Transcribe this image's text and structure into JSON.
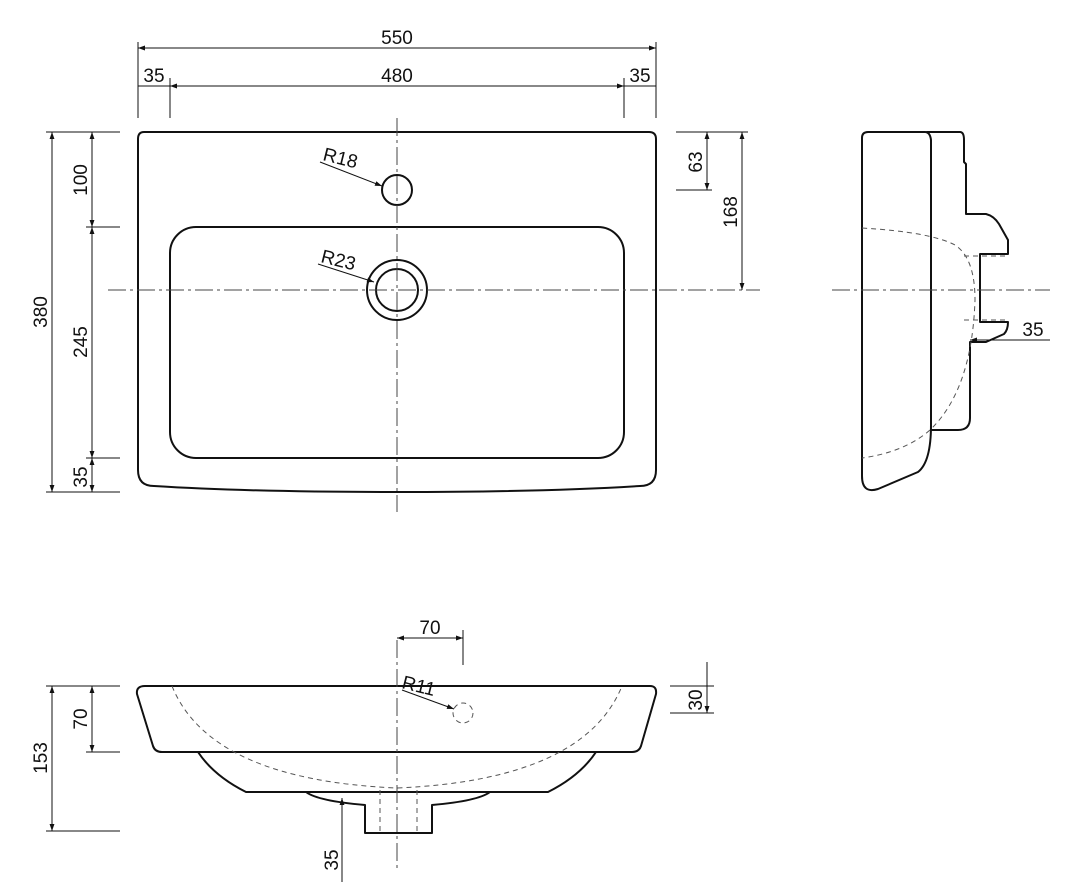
{
  "top_view": {
    "overall_width": "550",
    "margin_left": "35",
    "inner_width": "480",
    "margin_right": "35",
    "overall_depth": "380",
    "tap_offset": "100",
    "bowl_depth": "245",
    "front_rim": "35",
    "tap_hole_radius": "R18",
    "drain_radius": "R23",
    "tap_hole_from_back": "63",
    "drain_from_back": "168"
  },
  "side_view": {
    "outlet_length": "35"
  },
  "front_view": {
    "overflow_offset": "70",
    "overflow_radius": "R11",
    "overflow_height": "30",
    "rim_height": "70",
    "total_height": "153",
    "outlet_width": "35"
  },
  "colors": {
    "line": "#111111",
    "background": "#ffffff"
  }
}
